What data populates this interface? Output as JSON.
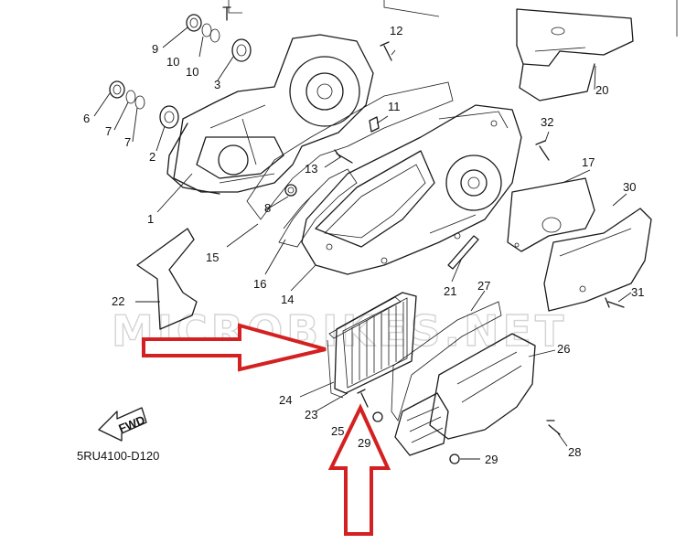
{
  "diagram": {
    "code": "5RU4100-D120",
    "fwd_label": "FWD",
    "watermark": "MICROBIKES.NET",
    "callouts": {
      "c1": "1",
      "c2": "2",
      "c3": "3",
      "c6": "6",
      "c7a": "7",
      "c7b": "7",
      "c8": "8",
      "c9": "9",
      "c10a": "10",
      "c10b": "10",
      "c11": "11",
      "c12": "12",
      "c13": "13",
      "c14": "14",
      "c15": "15",
      "c16": "16",
      "c17": "17",
      "c20": "20",
      "c21": "21",
      "c22": "22",
      "c23": "23",
      "c24": "24",
      "c25": "25",
      "c26": "26",
      "c27": "27",
      "c28": "28",
      "c29a": "29",
      "c29b": "29",
      "c30": "30",
      "c31": "31",
      "c32": "32"
    },
    "colors": {
      "line": "#1a1a1a",
      "arrow": "#d42020",
      "watermark": "#d4d4d4"
    }
  }
}
